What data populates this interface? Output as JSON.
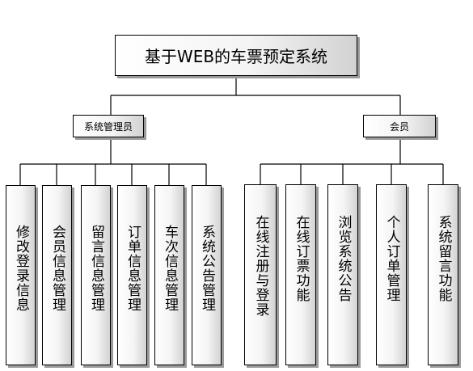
{
  "root": {
    "label": "基于WEB的车票预定系统"
  },
  "branches": [
    {
      "label": "系统管理员",
      "children": [
        "修改登录信息",
        "会员信息管理",
        "留言信息管理",
        "订单信息管理",
        "车次信息管理",
        "系统公告管理"
      ]
    },
    {
      "label": "会员",
      "children": [
        "在线注册与登录",
        "在线订票功能",
        "浏览系统公告",
        "个人订单管理",
        "系统留言功能"
      ]
    }
  ]
}
